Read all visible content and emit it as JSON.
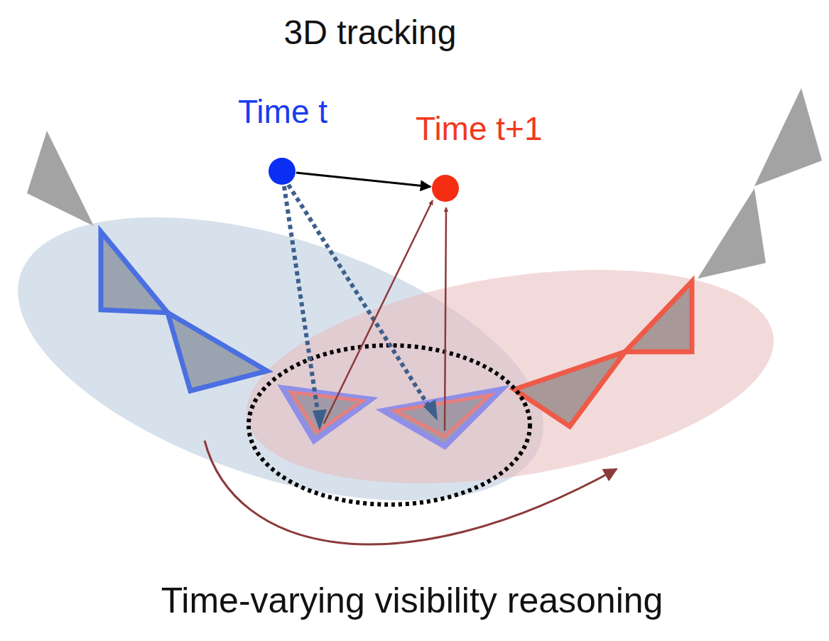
{
  "diagram": {
    "title": "3D tracking",
    "nodes": [
      {
        "text": [
          "Time t"
        ]
      },
      {
        "text": [
          "Time t+1"
        ]
      }
    ],
    "edges": [
      {
        "from": 0,
        "to": 1,
        "arrow": "to"
      }
    ],
    "labels": [
      "Time-varying visibility reasoning"
    ]
  }
}
